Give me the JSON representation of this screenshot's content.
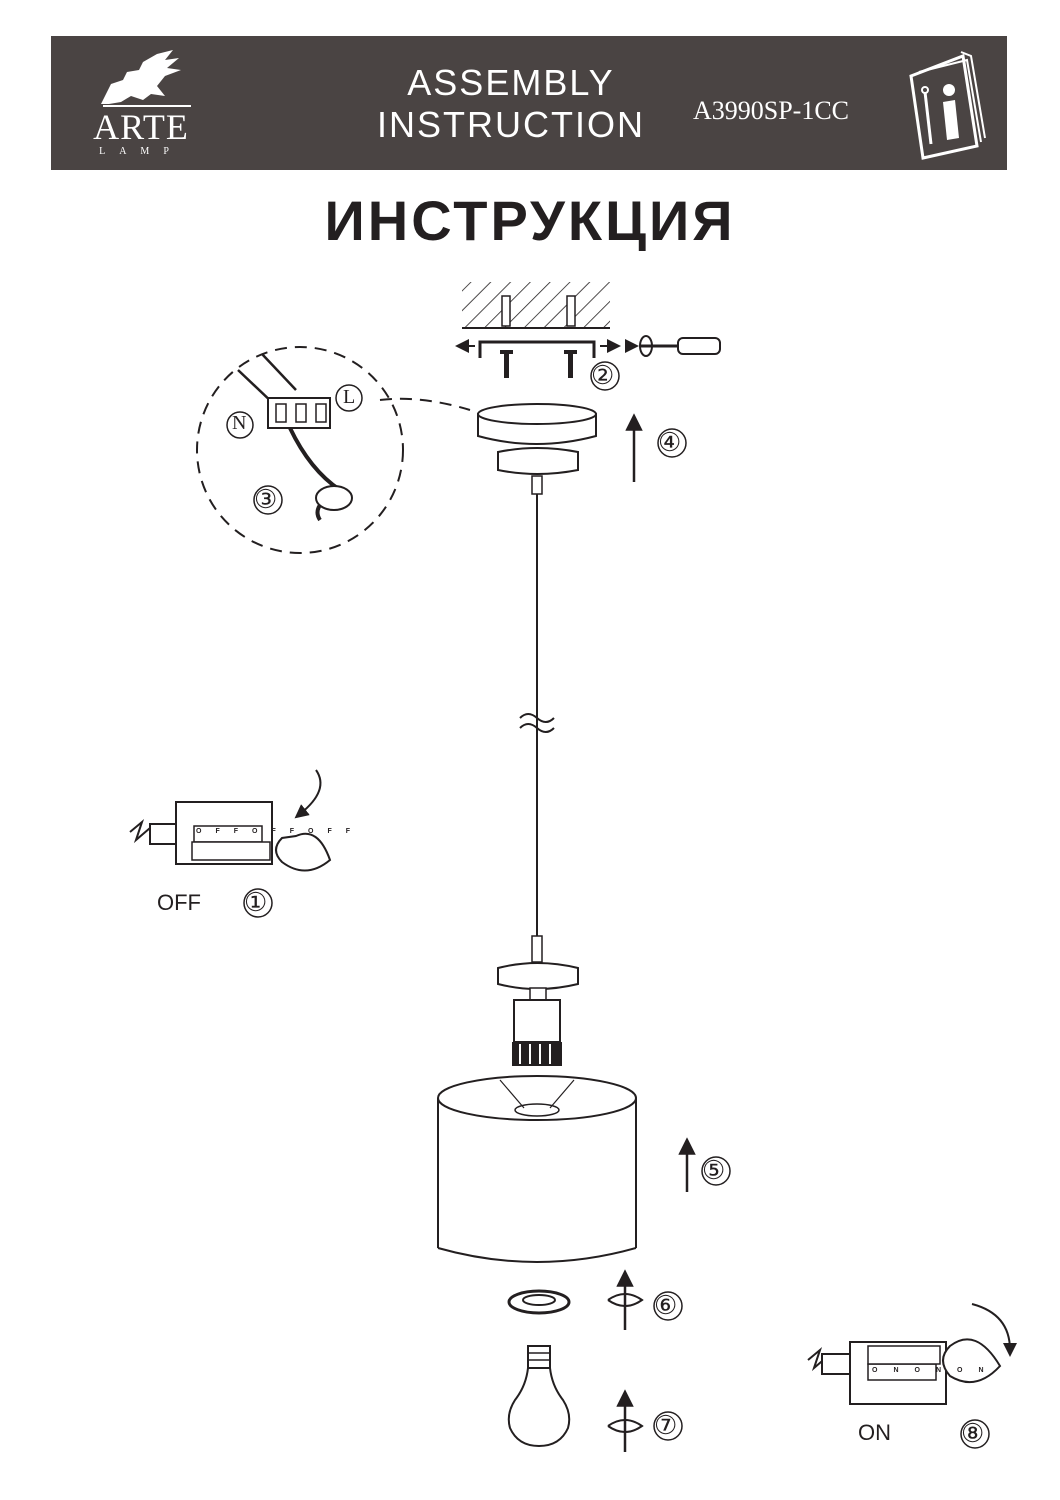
{
  "header": {
    "brand": "ARTE",
    "brand_sub": "LAMP",
    "title_line1": "ASSEMBLY",
    "title_line2": "INSTRUCTION",
    "model": "A3990SP-1CC"
  },
  "heading": "ИНСТРУКЦИЯ",
  "labels": {
    "off": "OFF",
    "on": "ON",
    "neutral": "N",
    "live": "L",
    "switch_off": "OFF",
    "switch_on": "ON"
  },
  "steps": [
    "①",
    "②",
    "③",
    "④",
    "⑤",
    "⑥",
    "⑦",
    "⑧"
  ],
  "icons": [
    "griffin-logo",
    "manual-info-icon",
    "screwdriver-icon",
    "hand-icon",
    "arrow-up-icon",
    "rotate-icon",
    "bulb-icon"
  ],
  "colors": {
    "header_bg": "#4a4443",
    "ink": "#231f20",
    "paper": "#ffffff"
  }
}
